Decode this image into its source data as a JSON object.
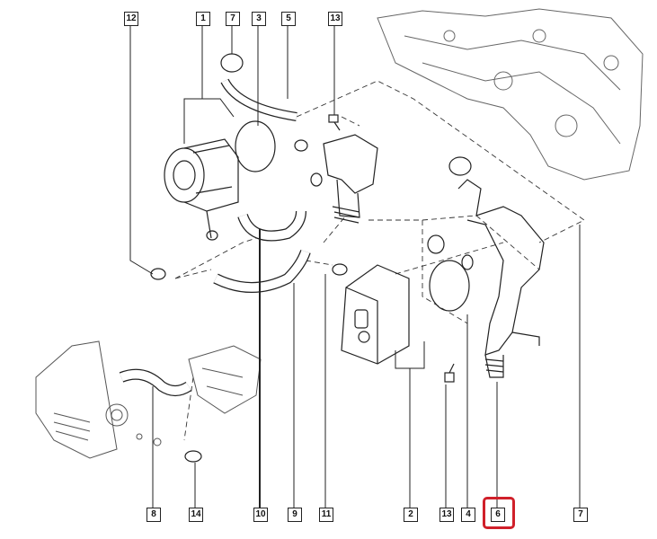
{
  "diagram": {
    "top_callouts": [
      "12",
      "1",
      "7",
      "3",
      "5",
      "13"
    ],
    "bottom_callouts": [
      "8",
      "14",
      "10",
      "9",
      "11",
      "2",
      "13",
      "4",
      "6",
      "7"
    ],
    "highlighted_callout": "6",
    "highlight_color": "#d0202a"
  }
}
